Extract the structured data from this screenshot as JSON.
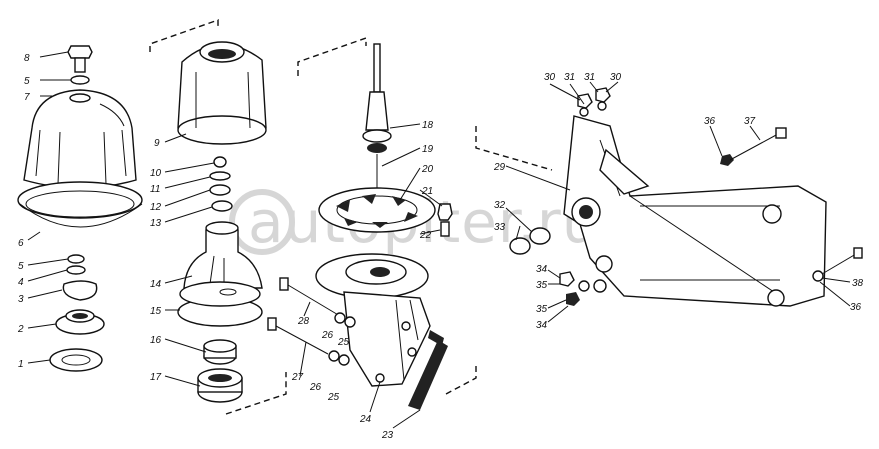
{
  "watermark": {
    "text": "autopiter.ru"
  },
  "labels": {
    "l1": "1",
    "l2": "2",
    "l3": "3",
    "l4": "4",
    "l5a": "5",
    "l5b": "5",
    "l6": "6",
    "l7": "7",
    "l8": "8",
    "l9": "9",
    "l10": "10",
    "l11": "11",
    "l12": "12",
    "l13": "13",
    "l14": "14",
    "l15": "15",
    "l16": "16",
    "l17": "17",
    "l18": "18",
    "l19": "19",
    "l20": "20",
    "l21": "21",
    "l22": "22",
    "l23": "23",
    "l24": "24",
    "l25a": "25",
    "l25b": "25",
    "l26a": "26",
    "l26b": "26",
    "l27": "27",
    "l28": "28",
    "l29": "29",
    "l30a": "30",
    "l30b": "30",
    "l31a": "31",
    "l31b": "31",
    "l32": "32",
    "l33": "33",
    "l34a": "34",
    "l34b": "34",
    "l35a": "35",
    "l35b": "35",
    "l36a": "36",
    "l36b": "36",
    "l37": "37",
    "l38": "38"
  }
}
